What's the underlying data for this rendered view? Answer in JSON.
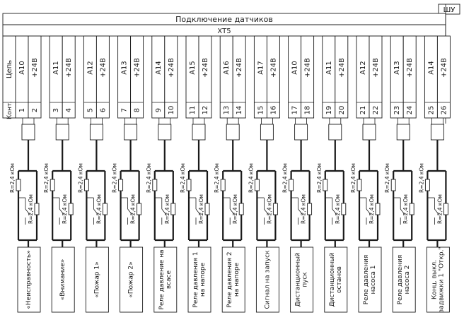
{
  "shu_label": "ШУ",
  "title": "Подключение датчиков",
  "terminal_block": "XT5",
  "row_headers": {
    "circuit": "Цепь",
    "contact": "Конт."
  },
  "resistor_labels": {
    "top": "R=2,4 кОм",
    "bottom": "R=2,4 кОм"
  },
  "channels": [
    {
      "circuit": [
        "А10",
        "+24В"
      ],
      "contacts": [
        "1",
        "2"
      ],
      "label": [
        "«Неисправность»"
      ]
    },
    {
      "circuit": [
        "А11",
        "+24В"
      ],
      "contacts": [
        "3",
        "4"
      ],
      "label": [
        "«Внимание»"
      ]
    },
    {
      "circuit": [
        "А12",
        "+24В"
      ],
      "contacts": [
        "5",
        "6"
      ],
      "label": [
        "«Пожар 1»"
      ]
    },
    {
      "circuit": [
        "А13",
        "+24В"
      ],
      "contacts": [
        "7",
        "8"
      ],
      "label": [
        "«Пожар 2»"
      ]
    },
    {
      "circuit": [
        "А14",
        "+24В"
      ],
      "contacts": [
        "9",
        "10"
      ],
      "label": [
        "Реле давление на",
        "всасе"
      ]
    },
    {
      "circuit": [
        "А15",
        "+24В"
      ],
      "contacts": [
        "11",
        "12"
      ],
      "label": [
        "Реле давления 1",
        "на напоре"
      ]
    },
    {
      "circuit": [
        "А16",
        "+24В"
      ],
      "contacts": [
        "13",
        "14"
      ],
      "label": [
        "Реле давления 2",
        "на напоре"
      ]
    },
    {
      "circuit": [
        "А17",
        "+24В"
      ],
      "contacts": [
        "15",
        "16"
      ],
      "label": [
        "Сигнал на запуск"
      ]
    },
    {
      "circuit": [
        "А10",
        "+24В"
      ],
      "contacts": [
        "17",
        "18"
      ],
      "label": [
        "Дистанционный",
        "пуск"
      ]
    },
    {
      "circuit": [
        "А11",
        "+24В"
      ],
      "contacts": [
        "19",
        "20"
      ],
      "label": [
        "Дистанционный",
        "останов"
      ]
    },
    {
      "circuit": [
        "А12",
        "+24В"
      ],
      "contacts": [
        "21",
        "22"
      ],
      "label": [
        "Реле давления",
        "насоса 1"
      ]
    },
    {
      "circuit": [
        "А13",
        "+24В"
      ],
      "contacts": [
        "23",
        "24"
      ],
      "label": [
        "Реле давления",
        "насоса 2"
      ]
    },
    {
      "circuit": [
        "А14",
        "+24В"
      ],
      "contacts": [
        "25",
        "26"
      ],
      "label": [
        "Конц. выкл.",
        "задвижки 1 \"Откр.\""
      ]
    }
  ]
}
